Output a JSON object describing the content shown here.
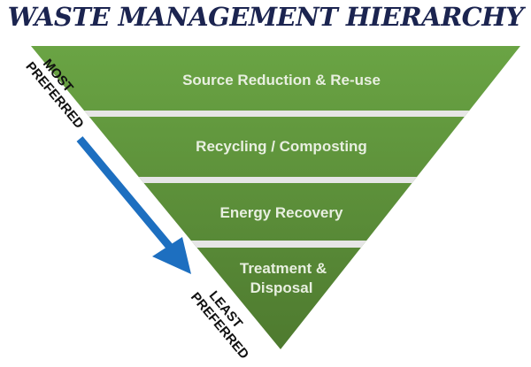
{
  "title": "WASTE MANAGEMENT HIERARCHY",
  "levels": [
    {
      "label": "Source Reduction & Re-use"
    },
    {
      "label": "Recycling / Composting"
    },
    {
      "label": "Energy Recovery"
    },
    {
      "label_line1": "Treatment &",
      "label_line2": "Disposal"
    }
  ],
  "most": {
    "line1": "MOST",
    "line2": "PREFERRED"
  },
  "least": {
    "line1": "LEAST",
    "line2": "PREFERRED"
  },
  "colors": {
    "title": "#1b2450",
    "green_top": "#6aa444",
    "green_bottom": "#4e7a2f",
    "gap": "#e6e6e6",
    "arrow": "#1d6fc0"
  }
}
